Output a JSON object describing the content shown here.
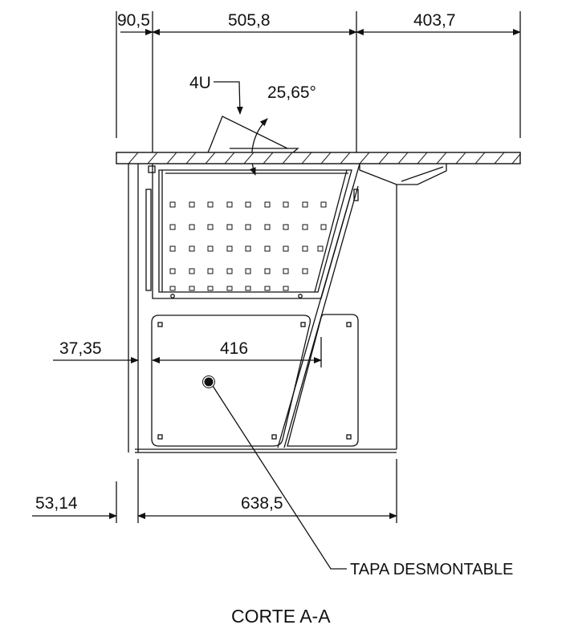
{
  "dimensions": {
    "top_left": "90,5",
    "top_middle": "505,8",
    "top_right": "403,7",
    "slot_label": "4U",
    "angle": "25,65°",
    "inner_offset": "37,35",
    "panel_width": "416",
    "outer_offset": "53,14",
    "overall_width": "638,5"
  },
  "labels": {
    "callout": "TAPA DESMONTABLE",
    "section_title": "CORTE A-A"
  },
  "colors": {
    "line": "#111111",
    "hatch": "#222222",
    "background": "#ffffff"
  }
}
